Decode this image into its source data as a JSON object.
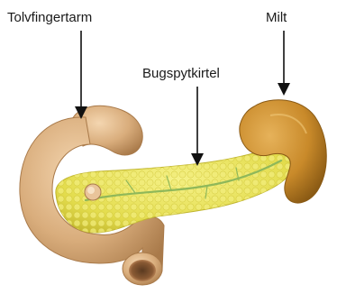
{
  "labels": {
    "duodenum": "Tolvfingertarm",
    "spleen": "Milt",
    "pancreas": "Bugspytkirtel"
  },
  "colors": {
    "duodenum": "#d9ad7c",
    "duodenum_shadow": "#a97a4a",
    "pancreas": "#e8e25a",
    "pancreas_duct": "#8fb85a",
    "spleen": "#c98a2a",
    "spleen_shadow": "#8a5a14",
    "arrow": "#111111"
  }
}
